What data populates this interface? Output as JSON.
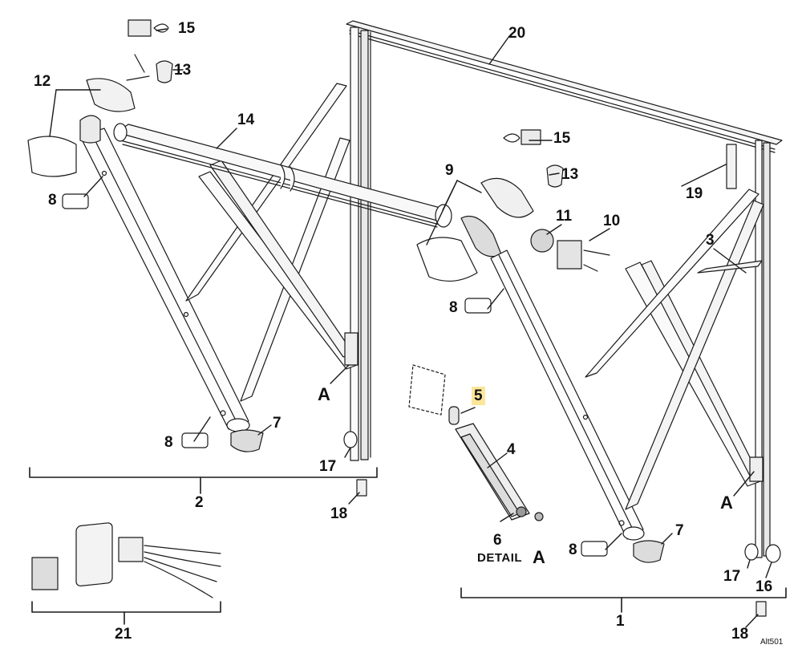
{
  "figure": {
    "callouts": {
      "c1": "1",
      "c2": "2",
      "c3": "3",
      "c4": "4",
      "c5": "5",
      "c6": "6",
      "c7": "7",
      "c8": "8",
      "c9": "9",
      "c10": "10",
      "c11": "11",
      "c12": "12",
      "c13": "13",
      "c14": "14",
      "c15": "15",
      "c16": "16",
      "c17": "17",
      "c18": "18",
      "c19": "19",
      "c20": "20",
      "c21": "21"
    },
    "detail_letter": "A",
    "detail_label": "DETAIL",
    "figure_code": "Alt501",
    "highlight_color": "#fbe69a"
  }
}
